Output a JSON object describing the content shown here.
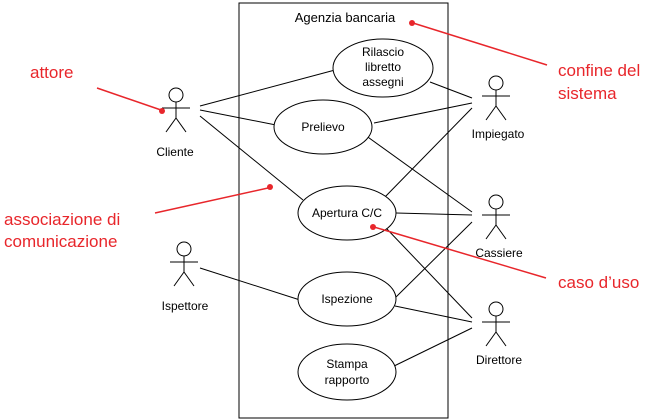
{
  "system": {
    "title": "Agenzia bancaria"
  },
  "actors": {
    "cliente": "Cliente",
    "ispettore": "Ispettore",
    "impiegato": "Impiegato",
    "cassiere": "Cassiere",
    "direttore": "Direttore"
  },
  "use_cases": {
    "rilascio": [
      "Rilascio",
      "libretto",
      "assegni"
    ],
    "prelievo": [
      "Prelievo"
    ],
    "apertura": [
      "Apertura C/C"
    ],
    "ispezione": [
      "Ispezione"
    ],
    "stampa": [
      "Stampa",
      "rapporto"
    ]
  },
  "annotations": {
    "attore": [
      "attore"
    ],
    "associazione": [
      "associazione di",
      "comunicazione"
    ],
    "confine": [
      "confine del",
      "sistema"
    ],
    "caso": [
      "caso d’uso"
    ]
  },
  "colors": {
    "annotation": "#e8262b",
    "line": "#000000"
  }
}
